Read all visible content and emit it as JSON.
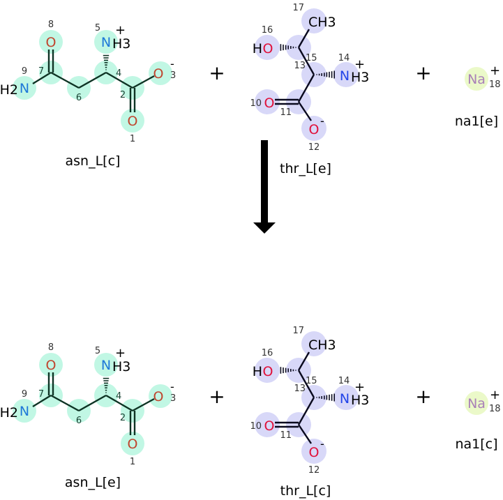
{
  "reaction": {
    "reactants": [
      {
        "id": "asn_L[c]",
        "name": "asn_L[c]"
      },
      {
        "id": "thr_L[e]",
        "name": "thr_L[e]"
      },
      {
        "id": "na1[e]",
        "name": "na1[e]"
      }
    ],
    "products": [
      {
        "id": "asn_L[e]",
        "name": "asn_L[e]"
      },
      {
        "id": "thr_L[c]",
        "name": "thr_L[c]"
      },
      {
        "id": "na1[c]",
        "name": "na1[c]"
      }
    ],
    "plus_sign": "+",
    "arrow": "down"
  },
  "colors": {
    "asn_highlight": "#c1f7e4",
    "thr_highlight": "#d8d8f8",
    "na_highlight": "#ebf9c9",
    "oxygen_asn": "#c0452e",
    "oxygen_thr": "#e0103a",
    "nitrogen_asn": "#1e78d8",
    "nitrogen_thr": "#2244e8",
    "sodium": "#a980b8",
    "bond_asn": "#0e3324",
    "bond_thr": "#0a0a1e",
    "text": "#000000"
  },
  "molecules": {
    "asn": {
      "atoms": [
        {
          "num": "1",
          "symbol": "O"
        },
        {
          "num": "2",
          "symbol": "C"
        },
        {
          "num": "3",
          "symbol": "O",
          "charge": "-"
        },
        {
          "num": "4",
          "symbol": "C"
        },
        {
          "num": "5",
          "symbol": "N",
          "suffix": "H3",
          "charge": "+"
        },
        {
          "num": "6",
          "symbol": "C"
        },
        {
          "num": "7",
          "symbol": "C"
        },
        {
          "num": "8",
          "symbol": "O"
        },
        {
          "num": "9",
          "symbol": "N",
          "prefix": "H2"
        }
      ]
    },
    "thr": {
      "atoms": [
        {
          "num": "10",
          "symbol": "O"
        },
        {
          "num": "11",
          "symbol": "C"
        },
        {
          "num": "12",
          "symbol": "O",
          "charge": "-"
        },
        {
          "num": "13",
          "symbol": "C"
        },
        {
          "num": "14",
          "symbol": "N",
          "suffix": "H3",
          "charge": "+"
        },
        {
          "num": "15",
          "symbol": "C"
        },
        {
          "num": "16",
          "symbol": "O",
          "prefix": "H"
        },
        {
          "num": "17",
          "symbol": "C",
          "text": "CH3"
        }
      ]
    },
    "na": {
      "atoms": [
        {
          "num": "18",
          "symbol": "Na",
          "charge": "+"
        }
      ]
    }
  }
}
